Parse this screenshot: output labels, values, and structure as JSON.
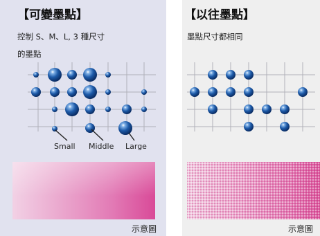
{
  "left": {
    "title": "【可變墨點】",
    "subtitle_line1": "控制 S、M、L, 3 種尺寸",
    "subtitle_line2": "的墨點",
    "labels": {
      "small": "Small",
      "middle": "Middle",
      "large": "Large"
    },
    "caption": "示意圖"
  },
  "right": {
    "title": "【以往墨點】",
    "subtitle": "墨點尺寸都相同",
    "caption": "示意圖"
  },
  "colors": {
    "dot": "#1d5aa8",
    "grid": "#b0b0b8",
    "left_bg": "#e1e2ef",
    "right_bg": "#efefef"
  }
}
